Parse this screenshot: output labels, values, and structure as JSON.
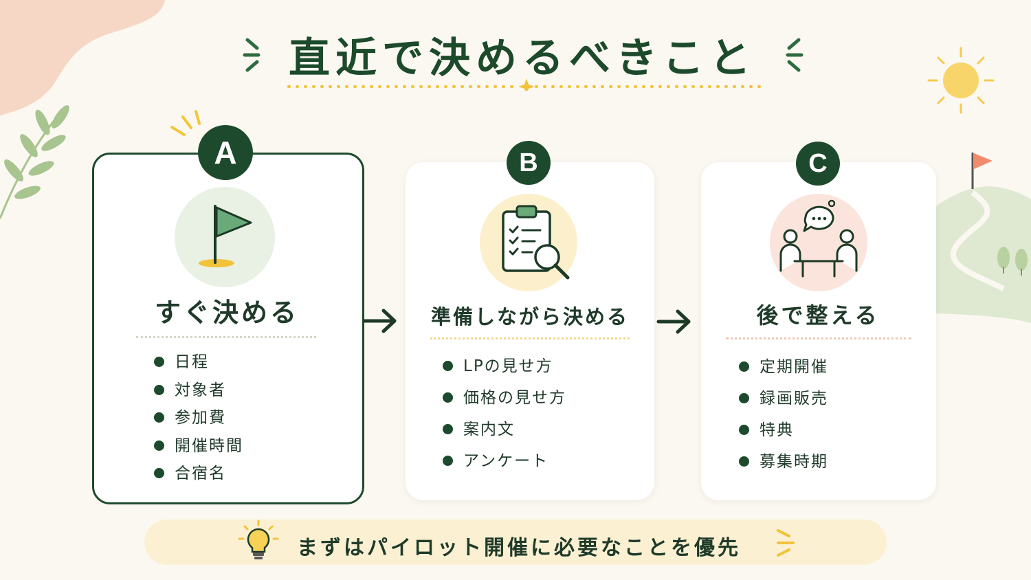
{
  "title": "直近で決めるべきこと",
  "steps": [
    {
      "letter": "A",
      "heading": "すぐ決める",
      "icon": "flag-icon",
      "items": [
        "日程",
        "対象者",
        "参加費",
        "開催時間",
        "合宿名"
      ]
    },
    {
      "letter": "B",
      "heading": "準備しながら決める",
      "icon": "clipboard-checklist-icon",
      "items": [
        "LPの見せ方",
        "価格の見せ方",
        "案内文",
        "アンケート"
      ]
    },
    {
      "letter": "C",
      "heading": "後で整える",
      "icon": "meeting-people-icon",
      "items": [
        "定期開催",
        "録画販売",
        "特典",
        "募集時期"
      ]
    }
  ],
  "note": "まずはパイロット開催に必要なことを優先",
  "colors": {
    "dark_green": "#1d4a2c",
    "step_a_circle": "#e8f1e3",
    "step_b_circle": "#fcefcc",
    "step_c_circle": "#fbe4dc",
    "accent_yellow": "#f2c23a",
    "banner": "#fbf0d2"
  }
}
